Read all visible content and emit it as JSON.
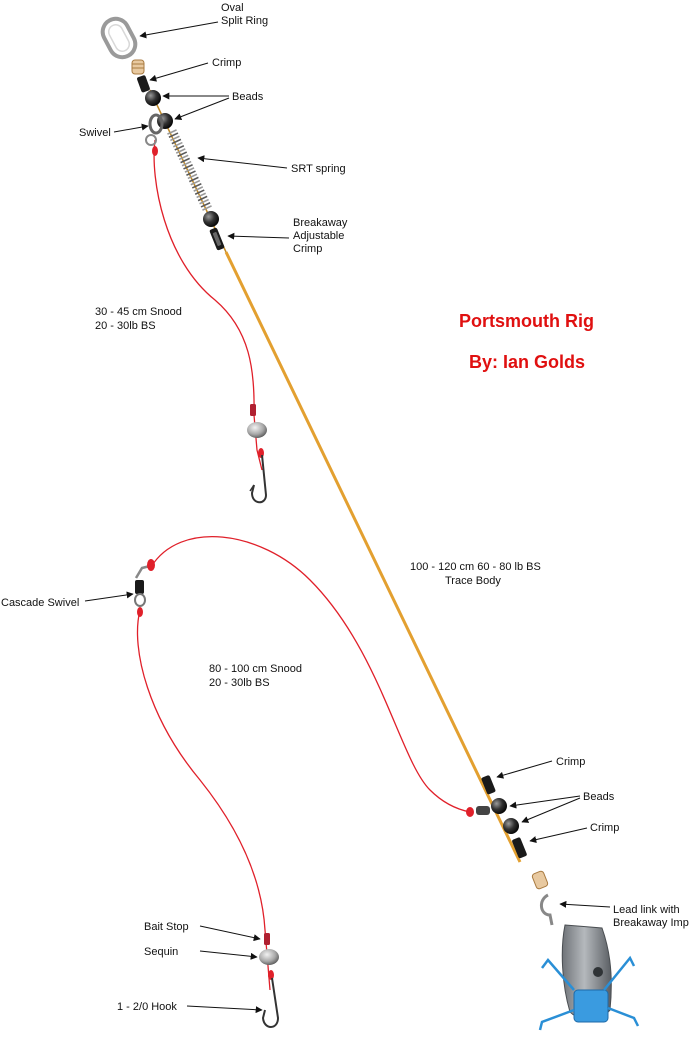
{
  "title": {
    "line1": "Portsmouth Rig",
    "line2": "By: Ian Golds"
  },
  "labels": {
    "oval_split_ring": [
      "Oval",
      "Split Ring"
    ],
    "crimp_top": "Crimp",
    "beads_top": "Beads",
    "swivel": "Swivel",
    "srt_spring": "SRT spring",
    "breakaway_crimp": [
      "Breakaway",
      "Adjustable",
      "Crimp"
    ],
    "snood_upper": [
      "30 - 45 cm Snood",
      "20 - 30lb BS"
    ],
    "trace_body": [
      "100 - 120 cm 60 - 80 lb BS",
      "Trace Body"
    ],
    "cascade_swivel": "Cascade Swivel",
    "snood_lower": [
      "80 - 100 cm Snood",
      "20 - 30lb BS"
    ],
    "crimp_lower_1": "Crimp",
    "beads_lower": "Beads",
    "crimp_lower_2": "Crimp",
    "lead_link": [
      "Lead link with",
      "Breakaway Imp"
    ],
    "bait_stop": "Bait Stop",
    "sequin": "Sequin",
    "hook": "1 - 2/0 Hook"
  },
  "colors": {
    "trace_line": "#e3a030",
    "snood_line": "#e0202a",
    "title": "#e01010",
    "label": "#111111",
    "lead_weight": "#8a8e92",
    "breakaway_wires": "#2a8fd6"
  }
}
